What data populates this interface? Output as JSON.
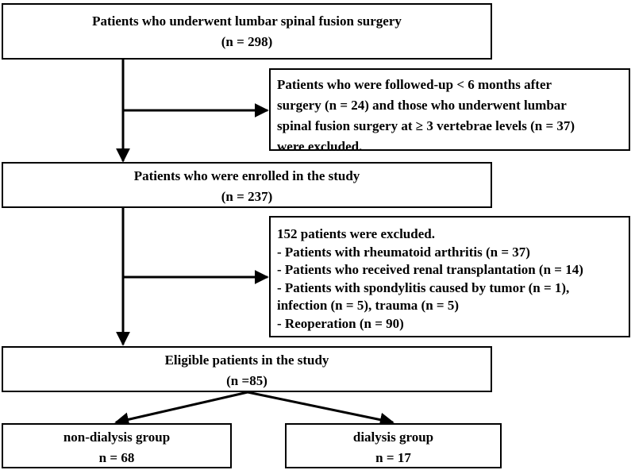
{
  "boxes": {
    "initial": {
      "line1": "Patients who underwent lumbar spinal fusion surgery",
      "line2": "(n = 298)"
    },
    "exclusion1": {
      "lines": [
        "Patients who were followed-up < 6 months after",
        "surgery (n = 24) and those who underwent lumbar",
        "spinal fusion surgery at ≥ 3 vertebrae levels (n = 37)",
        "were excluded."
      ]
    },
    "enrolled": {
      "line1": "Patients who were enrolled in the study",
      "line2": "(n = 237)"
    },
    "exclusion2": {
      "lines": [
        "152 patients were excluded.",
        "- Patients with rheumatoid arthritis (n = 37)",
        "- Patients who received renal transplantation (n = 14)",
        "- Patients with spondylitis caused by tumor (n = 1),",
        "infection (n = 5), trauma (n = 5)",
        "- Reoperation (n = 90)"
      ]
    },
    "eligible": {
      "line1": "Eligible patients in the study",
      "line2": "(n =85)"
    },
    "nondialysis": {
      "line1": "non-dialysis group",
      "line2": "n = 68"
    },
    "dialysis": {
      "line1": "dialysis group",
      "line2": "n = 17"
    }
  }
}
